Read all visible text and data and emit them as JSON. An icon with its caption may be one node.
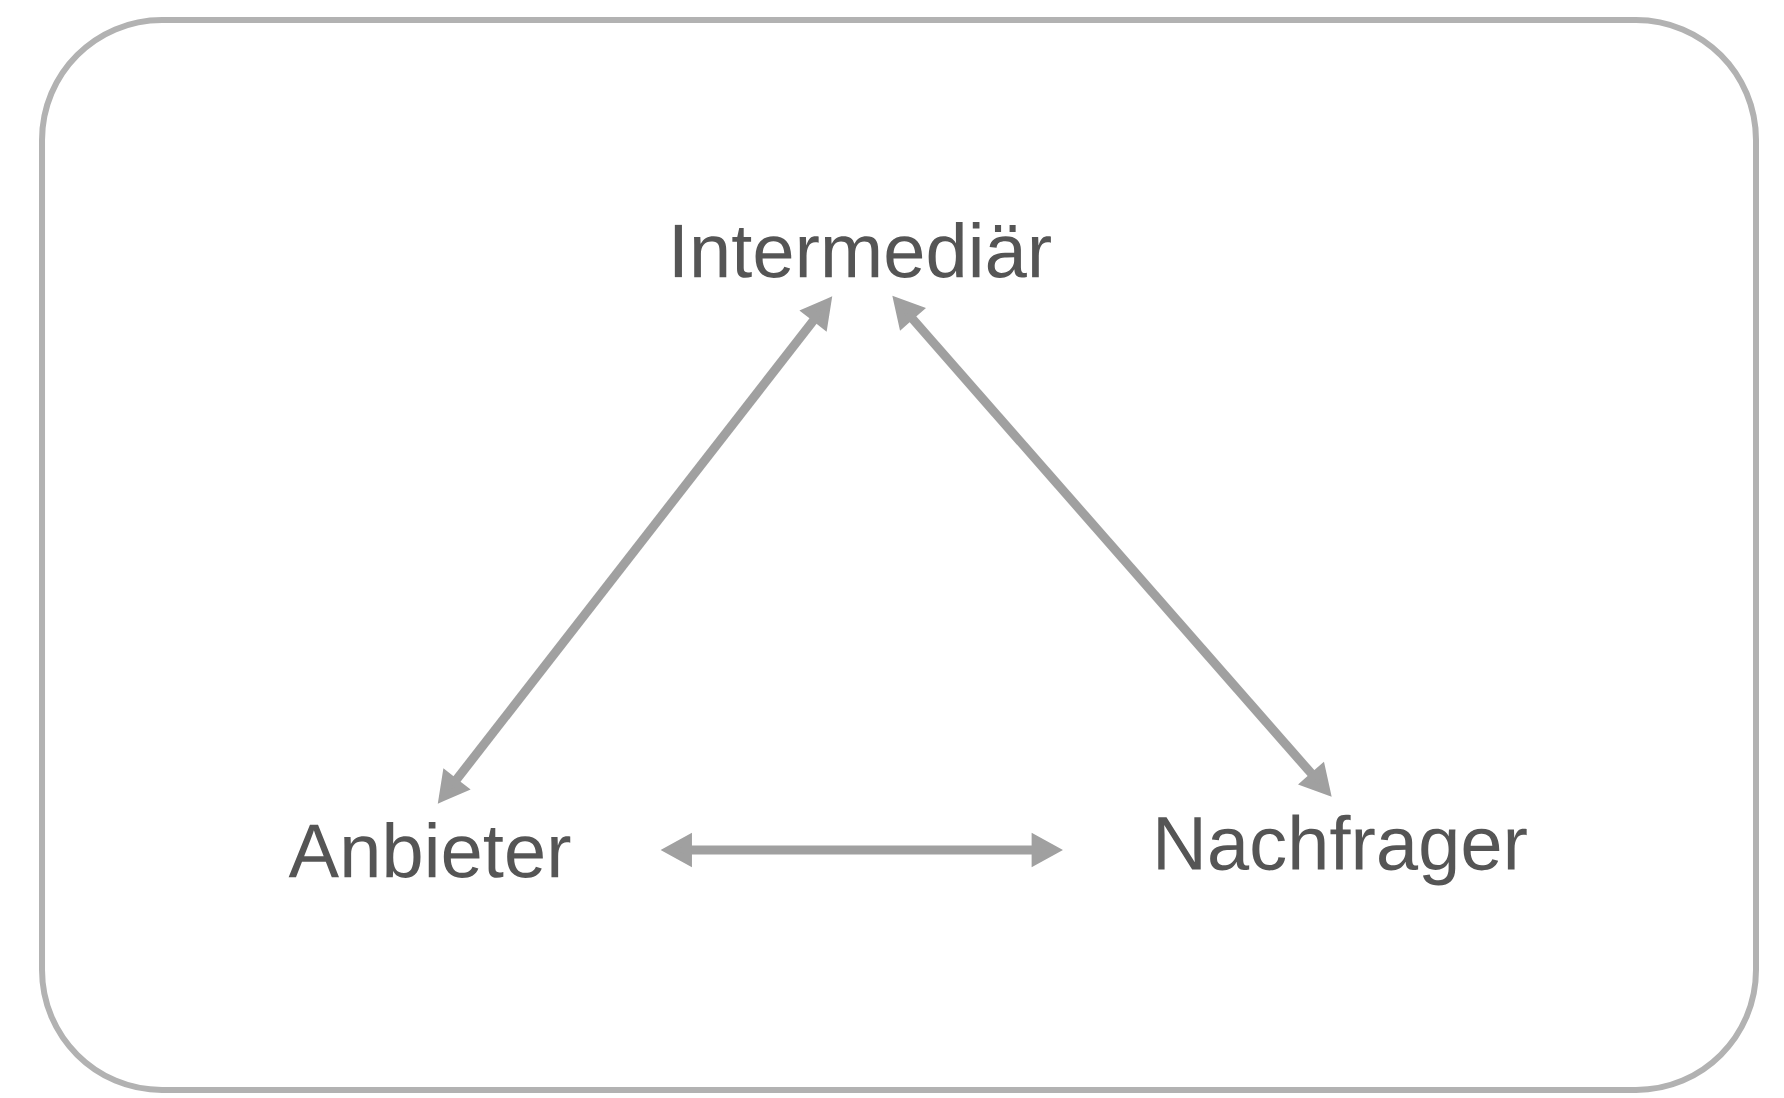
{
  "diagram": {
    "nodes": [
      {
        "text": [
          "Intermediär"
        ]
      },
      {
        "text": [
          "Anbieter"
        ]
      },
      {
        "text": [
          "Nachfrager"
        ]
      }
    ],
    "edges": [
      {
        "from": 1,
        "to": 0,
        "arrow": "both"
      },
      {
        "from": 0,
        "to": 2,
        "arrow": "both"
      },
      {
        "from": 1,
        "to": 2,
        "arrow": "both"
      }
    ]
  }
}
